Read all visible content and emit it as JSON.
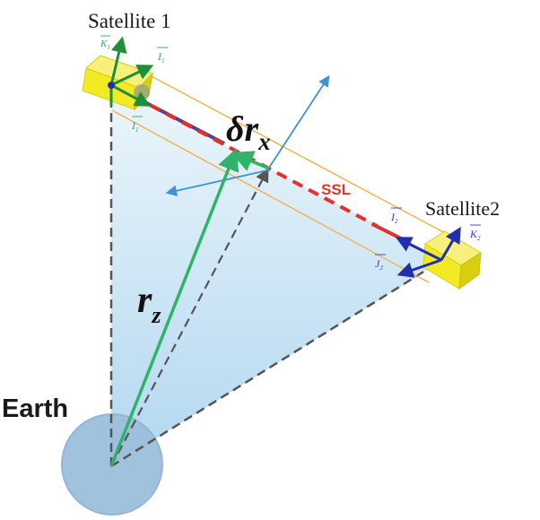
{
  "labels": {
    "satellite1": "Satellite 1",
    "satellite2": "Satellite2",
    "earth": "Earth",
    "ssl": "SSL",
    "delta_r": "δr",
    "delta_r_sub": "x",
    "r_main": "r",
    "r_sub": "z"
  },
  "vector_labels": {
    "sat1_K": "K",
    "sat1_K_sub": "1",
    "sat1_I_top": "I",
    "sat1_I_top_sub": "1",
    "sat1_I_bottom": "I",
    "sat1_I_bottom_sub": "1",
    "sat2_I": "I",
    "sat2_I_sub": "2",
    "sat2_K": "K",
    "sat2_K_sub": "2",
    "sat2_J": "J",
    "sat2_J_sub": "2"
  },
  "colors": {
    "triangle_fill_top": "#eaf5fb",
    "triangle_fill_bottom": "#a9d3ee",
    "earth_fill": "#9dbfdc",
    "earth_stroke": "#8fb3d6",
    "satellite_body": "#f2ea22",
    "green_vector": "#2fb36b",
    "sat_vector_green": "#1f8f3a",
    "sat_vector_blue": "#1f2fb0",
    "light_blue_vector": "#3c94d2",
    "ssl_red": "#e8302a",
    "ssl_purple": "#5a3f8a",
    "orange_line": "#f3b14a",
    "dashed_line": "#555555",
    "green_label": "#2aa86a",
    "blue_label": "#3a3ac8"
  }
}
